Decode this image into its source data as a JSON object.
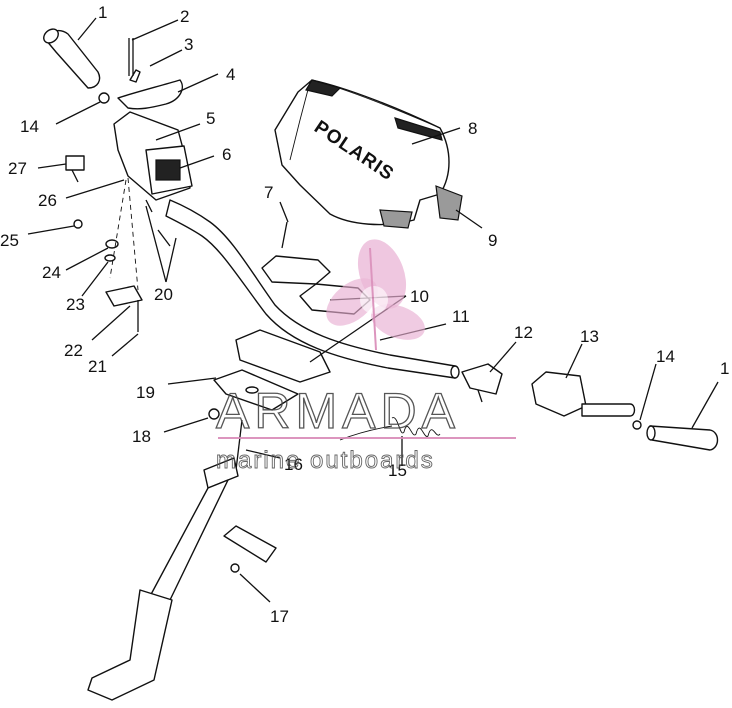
{
  "diagram": {
    "brand_text": "POLARIS",
    "callouts": [
      {
        "id": "c1a",
        "label": "1"
      },
      {
        "id": "c2",
        "label": "2"
      },
      {
        "id": "c3",
        "label": "3"
      },
      {
        "id": "c4",
        "label": "4"
      },
      {
        "id": "c5",
        "label": "5"
      },
      {
        "id": "c6",
        "label": "6"
      },
      {
        "id": "c7",
        "label": "7"
      },
      {
        "id": "c8",
        "label": "8"
      },
      {
        "id": "c9",
        "label": "9"
      },
      {
        "id": "c10",
        "label": "10"
      },
      {
        "id": "c11",
        "label": "11"
      },
      {
        "id": "c12",
        "label": "12"
      },
      {
        "id": "c13",
        "label": "13"
      },
      {
        "id": "c14a",
        "label": "14"
      },
      {
        "id": "c14b",
        "label": "14"
      },
      {
        "id": "c15",
        "label": "15"
      },
      {
        "id": "c16",
        "label": "16"
      },
      {
        "id": "c17",
        "label": "17"
      },
      {
        "id": "c18",
        "label": "18"
      },
      {
        "id": "c19",
        "label": "19"
      },
      {
        "id": "c20",
        "label": "20"
      },
      {
        "id": "c21",
        "label": "21"
      },
      {
        "id": "c22",
        "label": "22"
      },
      {
        "id": "c23",
        "label": "23"
      },
      {
        "id": "c24",
        "label": "24"
      },
      {
        "id": "c25",
        "label": "25"
      },
      {
        "id": "c26",
        "label": "26"
      },
      {
        "id": "c27",
        "label": "27"
      },
      {
        "id": "c1b",
        "label": "1"
      }
    ]
  },
  "watermark": {
    "title": "ARMADA",
    "subtitle": "marine outboards",
    "logo_color": "#e0a0c8"
  }
}
